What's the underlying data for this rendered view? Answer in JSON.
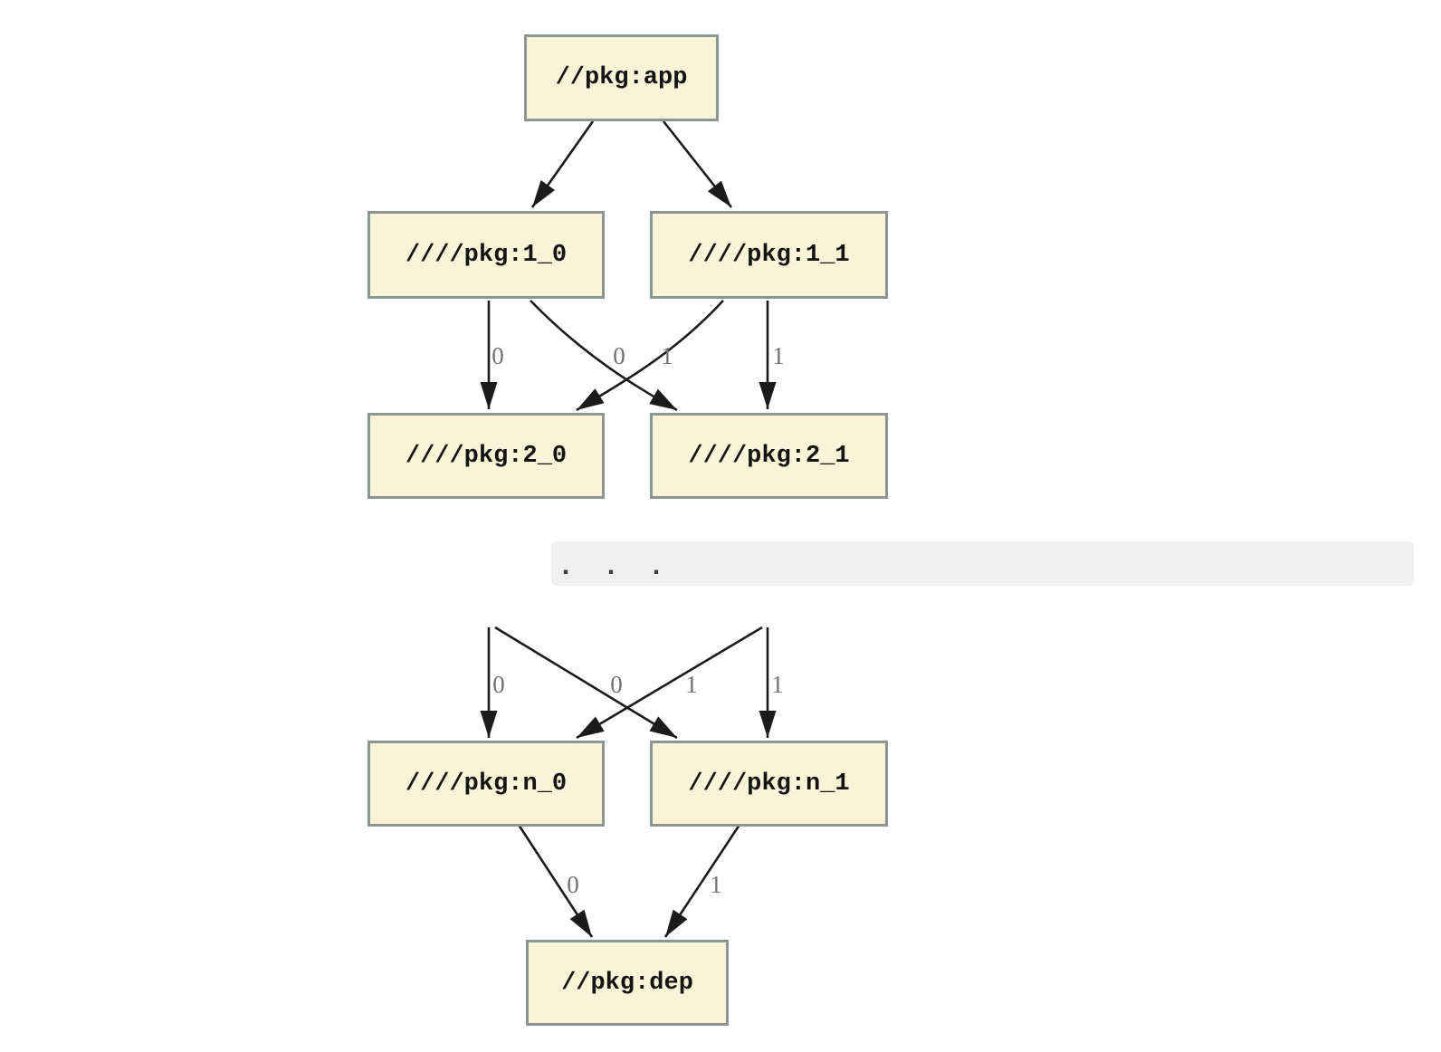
{
  "nodes": {
    "app": "//pkg:app",
    "level1": [
      "////pkg:1_0",
      "////pkg:1_1"
    ],
    "level2": [
      "////pkg:2_0",
      "////pkg:2_1"
    ],
    "leveln": [
      "////pkg:n_0",
      "////pkg:n_1"
    ],
    "dep": "//pkg:dep"
  },
  "ellipsis": ". . .",
  "edge_labels": {
    "level1_to_level2": [
      "0",
      "0",
      "1",
      "1"
    ],
    "to_leveln": [
      "0",
      "0",
      "1",
      "1"
    ],
    "to_dep": [
      "0",
      "1"
    ]
  },
  "colors": {
    "node_fill": "#fbf3d8",
    "node_border": "#8d9693",
    "edge": "#1b1b1b",
    "edge_label": "#717171",
    "band_background": "#f0f0f0",
    "band_text": "#3a3a3a",
    "page_background": "#ffffff"
  }
}
